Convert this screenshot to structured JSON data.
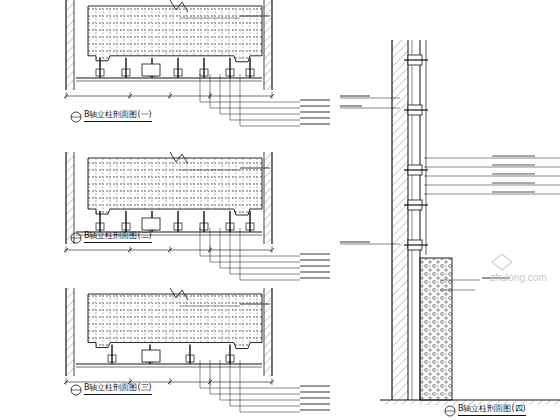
{
  "diagram": {
    "labels": [
      "B轴立柱剖面图(一)",
      "B轴立柱剖面图(二)",
      "B轴立柱剖面图(三)",
      "B轴立柱剖面图(四)",
      "zhulong.com"
    ]
  }
}
